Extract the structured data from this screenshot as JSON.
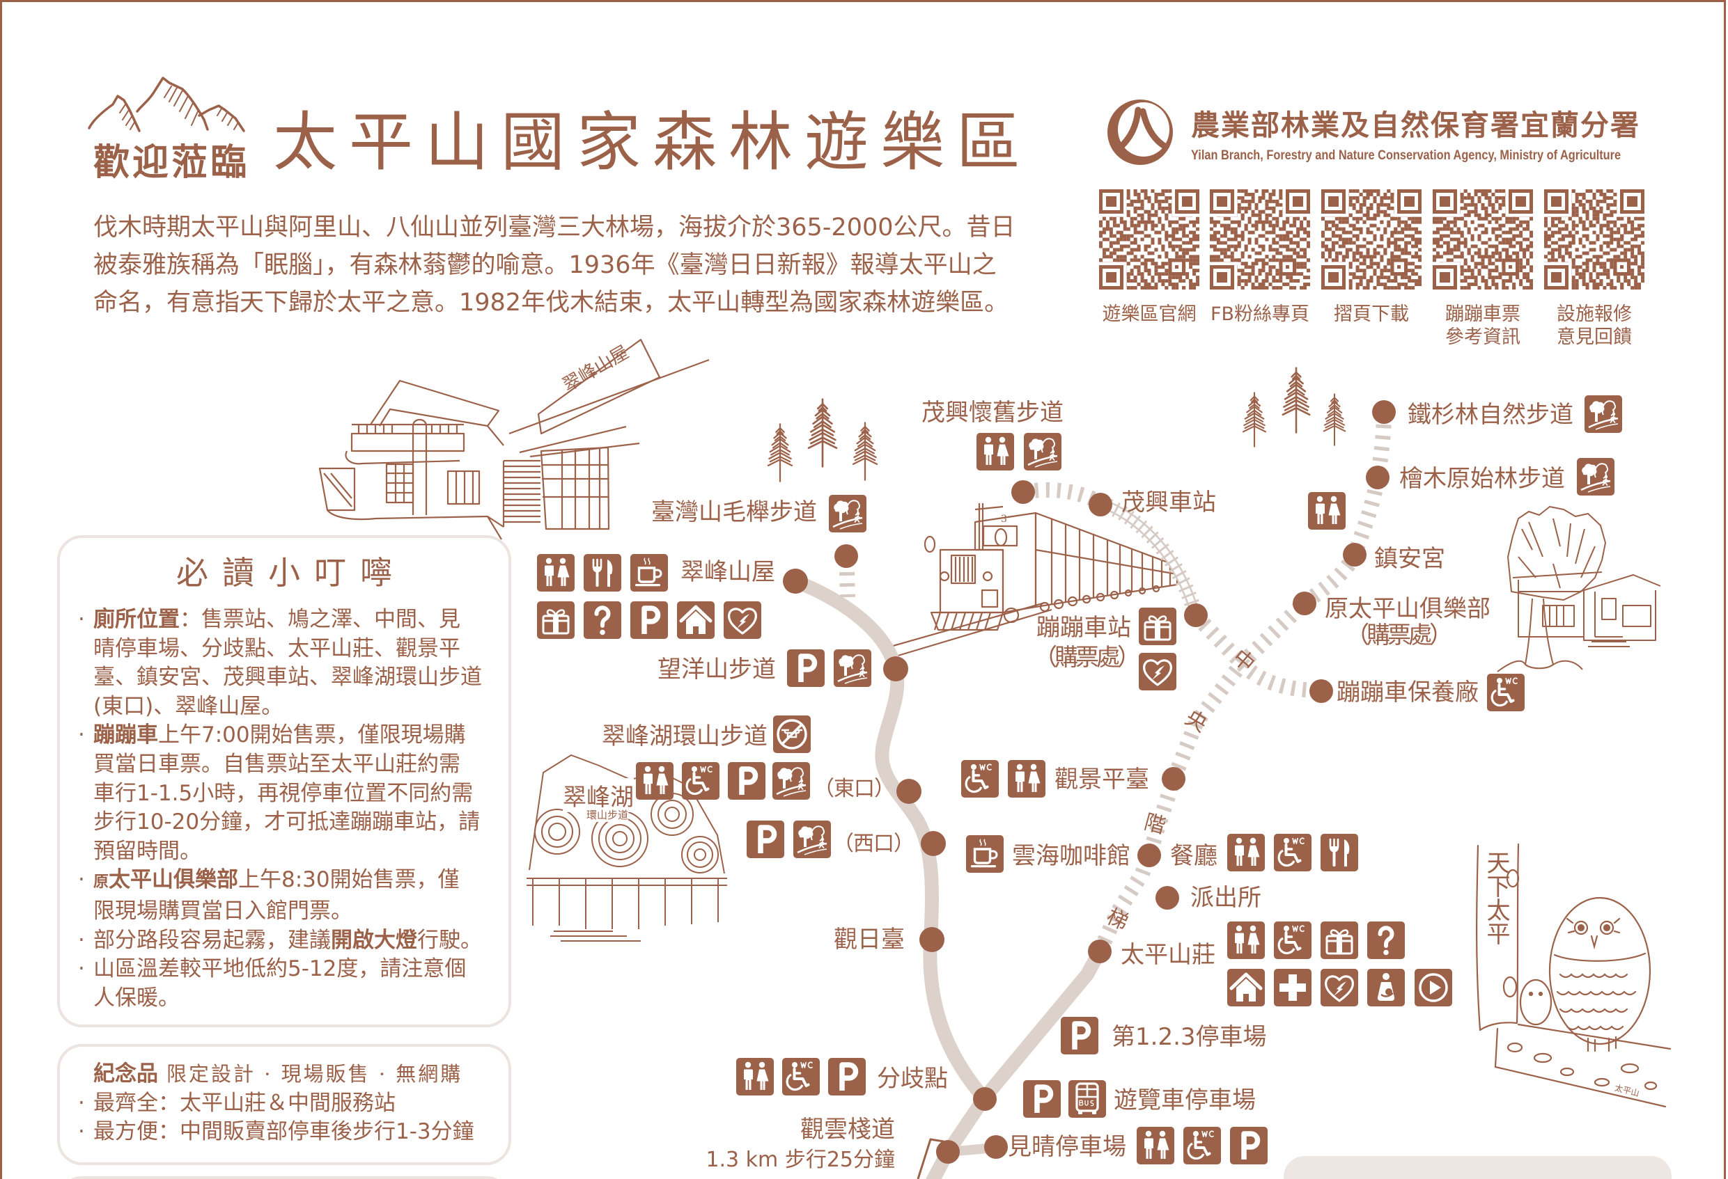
{
  "header": {
    "decor_icon": "mountain-icon",
    "welcome": "歡迎蒞臨",
    "title": "太平山國家森林遊樂區",
    "intro_lines": [
      "伐木時期太平山與阿里山、八仙山並列臺灣三大林場，海拔介於365-2000公尺。昔日",
      "被泰雅族稱為「眠腦」，有森林蓊鬱的喻意。1936年《臺灣日日新報》報導太平山之",
      "命名，有意指天下歸於太平之意。1982年伐木結束，太平山轉型為國家森林遊樂區。"
    ]
  },
  "agency": {
    "logo_icon": "agency-logo",
    "name_zh": "農業部林業及自然保育署宜蘭分署",
    "name_en": "Yilan Branch, Forestry and Nature Conservation Agency, Ministry of Agriculture"
  },
  "qr_codes": [
    {
      "label": [
        "遊樂區官網"
      ]
    },
    {
      "label": [
        "FB粉絲專頁"
      ]
    },
    {
      "label": [
        "摺頁下載"
      ]
    },
    {
      "label": [
        "蹦蹦車票",
        "參考資訊"
      ]
    },
    {
      "label": [
        "設施報修",
        "意見回饋"
      ]
    }
  ],
  "notice": {
    "title": "必讀小叮嚀",
    "items": [
      {
        "lines": [
          [
            {
              "t": "廁所位置",
              "em": true
            },
            {
              "t": "：售票站、鳩之澤、中間、見"
            }
          ],
          [
            {
              "t": "晴停車場、分歧點、太平山莊、觀景平"
            }
          ],
          [
            {
              "t": "臺、鎮安宮、茂興車站、翠峰湖環山步道"
            }
          ],
          [
            {
              "t": "(東口)、翠峰山屋。"
            }
          ]
        ]
      },
      {
        "lines": [
          [
            {
              "t": "蹦蹦車",
              "em": true
            },
            {
              "t": "上午7:00開始售票，僅限現場購"
            }
          ],
          [
            {
              "t": "買當日車票。自售票站至太平山莊約需"
            }
          ],
          [
            {
              "t": "車行1-1.5小時，再視停車位置不同約需"
            }
          ],
          [
            {
              "t": "步行10-20分鐘，才可抵達蹦蹦車站，請"
            }
          ],
          [
            {
              "t": "預留時間。"
            }
          ]
        ]
      },
      {
        "lines": [
          [
            {
              "t": "原",
              "em": true
            },
            {
              "t": "太平山俱樂部",
              "em": true
            },
            {
              "t": "上午8:30開始售票，僅"
            }
          ],
          [
            {
              "t": "限現場購買當日入館門票。"
            }
          ]
        ]
      },
      {
        "lines": [
          [
            {
              "t": "部分路段容易起霧，建議"
            },
            {
              "t": "開啟大燈",
              "em": true
            },
            {
              "t": "行駛。"
            }
          ]
        ]
      },
      {
        "lines": [
          [
            {
              "t": "山區溫差較平地低約5-12度，請注意個"
            }
          ],
          [
            {
              "t": "人保暖。"
            }
          ]
        ]
      }
    ]
  },
  "souvenir": {
    "title": "紀念品",
    "tagline": "限定設計 · 現場販售 · 無網購",
    "items": [
      "最齊全：太平山莊＆中間服務站",
      "最方便：中間販賣部停車後步行1-3分鐘"
    ]
  },
  "map": {
    "locations": [
      {
        "label": "臺灣山毛櫸步道",
        "icons": [
          "hiking-trail"
        ]
      },
      {
        "label": "翠峰山屋",
        "icons": [
          "restroom",
          "restaurant",
          "cafe",
          "gift-shop",
          "information",
          "parking",
          "lodging",
          "aed"
        ]
      },
      {
        "label": "望洋山步道",
        "icons": [
          "parking",
          "hiking-trail"
        ]
      },
      {
        "label": "茂興懷舊步道",
        "icons": [
          "restroom",
          "hiking-trail"
        ]
      },
      {
        "label": "茂興車站",
        "icons": []
      },
      {
        "label": "蹦蹦車站",
        "sublabel": "（購票處）",
        "icons": [
          "gift-shop",
          "aed"
        ]
      },
      {
        "label": "翠峰湖環山步道",
        "icons": [
          "no-drone"
        ]
      },
      {
        "label": "（東口）",
        "icons": [
          "restroom",
          "accessible-restroom",
          "parking",
          "hiking-trail"
        ]
      },
      {
        "label": "（西口）",
        "icons": [
          "parking",
          "hiking-trail"
        ]
      },
      {
        "label": "觀日臺",
        "icons": []
      },
      {
        "label": "分歧點",
        "icons": [
          "restroom",
          "accessible-restroom",
          "parking"
        ]
      },
      {
        "label": "觀雲棧道",
        "sublabel": "1.3 km 步行25分鐘",
        "icons": []
      },
      {
        "label": "第1.2.3停車場",
        "icons": [
          "parking"
        ]
      },
      {
        "label": "遊覽車停車場",
        "icons": [
          "parking",
          "bus"
        ]
      },
      {
        "label": "見晴停車場",
        "icons": [
          "restroom",
          "accessible-restroom",
          "parking"
        ]
      },
      {
        "label": "太平山莊",
        "icons": [
          "restroom",
          "accessible-restroom",
          "gift-shop",
          "information",
          "lodging",
          "first-aid",
          "aed",
          "nursing-room",
          "play-video"
        ]
      },
      {
        "label": "派出所",
        "icons": []
      },
      {
        "label": "餐廳",
        "icons": [
          "restroom",
          "accessible-restroom",
          "restaurant"
        ]
      },
      {
        "label": "雲海咖啡館",
        "icons": [
          "cafe"
        ]
      },
      {
        "label": "觀景平臺",
        "icons": [
          "accessible-restroom",
          "restroom"
        ]
      },
      {
        "label": "原太平山俱樂部",
        "sublabel": "（購票處）",
        "icons": []
      },
      {
        "label": "蹦蹦車保養廠",
        "icons": [
          "accessible-restroom"
        ]
      },
      {
        "label": "鎮安宮",
        "icons": [
          "restroom"
        ]
      },
      {
        "label": "檜木原始林步道",
        "icons": [
          "hiking-trail"
        ]
      },
      {
        "label": "鐵杉林自然步道",
        "icons": [
          "hiking-trail"
        ]
      }
    ],
    "path_labels": [
      "中",
      "央",
      "階",
      "梯"
    ]
  },
  "illustrations": {
    "lodge_sign": "翠峰山屋",
    "lake_sign_title": "翠峰湖",
    "lake_sign_sub": "環山步道",
    "train_number": "3",
    "trunk_text": "天下太平",
    "owl_base_text": "太平山"
  },
  "theme": {
    "brown": "#9c6149",
    "road": "#ddd1cb",
    "steps": "#d6cac4",
    "panel_border": "#ebe4e0",
    "panel_fill": "#ede6e2",
    "background": "#ffffff"
  }
}
